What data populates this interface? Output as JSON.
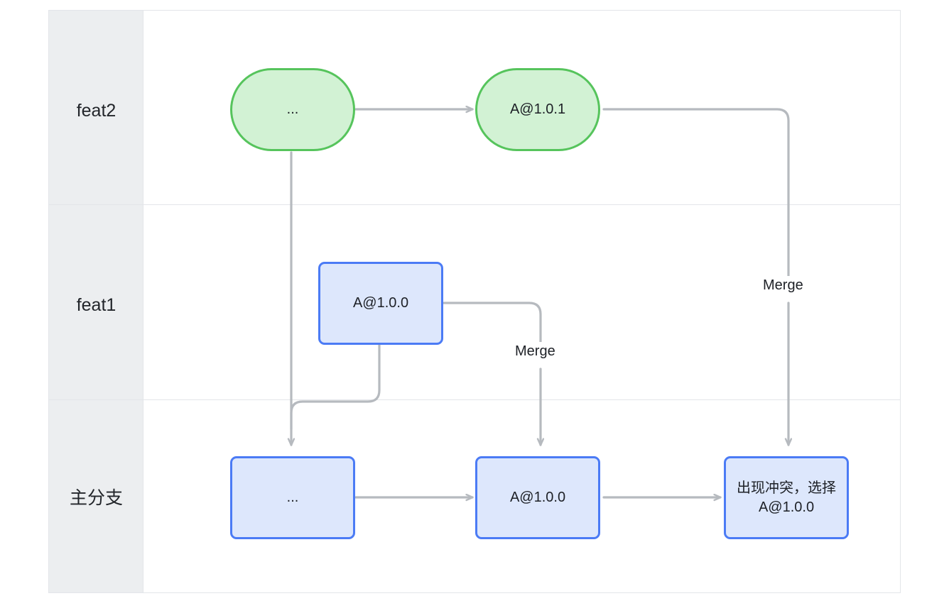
{
  "diagram": {
    "title": "git-branch-merge-flow",
    "type": "swimlane-flow",
    "colors": {
      "lane_bg": "#eceef0",
      "canvas_bg": "#ffffff",
      "grid_line": "#e3e5e9",
      "green_fill": "#d2f2d4",
      "green_stroke": "#56c45c",
      "blue_fill": "#dde7fc",
      "blue_stroke": "#4b7bf5",
      "edge_stroke": "#b6babf",
      "text": "#1d2026"
    },
    "lanes": [
      {
        "id": "feat2",
        "label": "feat2"
      },
      {
        "id": "feat1",
        "label": "feat1"
      },
      {
        "id": "main",
        "label": "主分支"
      }
    ],
    "nodes": [
      {
        "id": "feat2-dots",
        "lane": "feat2",
        "shape": "stadium",
        "color": "green",
        "text": "..."
      },
      {
        "id": "feat2-a101",
        "lane": "feat2",
        "shape": "stadium",
        "color": "green",
        "text": "A@1.0.1"
      },
      {
        "id": "feat1-a100",
        "lane": "feat1",
        "shape": "rect",
        "color": "blue",
        "text": "A@1.0.0"
      },
      {
        "id": "main-dots",
        "lane": "main",
        "shape": "rect",
        "color": "blue",
        "text": "..."
      },
      {
        "id": "main-a100",
        "lane": "main",
        "shape": "rect",
        "color": "blue",
        "text": "A@1.0.0"
      },
      {
        "id": "main-conflict",
        "lane": "main",
        "shape": "rect",
        "color": "blue",
        "text": "出现冲突，选择\nA@1.0.0"
      }
    ],
    "edge_labels": [
      {
        "id": "merge-feat1",
        "text": "Merge"
      },
      {
        "id": "merge-feat2",
        "text": "Merge"
      }
    ],
    "edges": [
      {
        "from": "feat2-dots",
        "to": "feat2-a101",
        "label": ""
      },
      {
        "from": "feat2-dots",
        "to": "main-dots",
        "label": ""
      },
      {
        "from": "feat1-a100",
        "to": "main-dots",
        "label": ""
      },
      {
        "from": "feat1-a100",
        "to": "main-a100",
        "label": "Merge"
      },
      {
        "from": "main-dots",
        "to": "main-a100",
        "label": ""
      },
      {
        "from": "main-a100",
        "to": "main-conflict",
        "label": ""
      },
      {
        "from": "feat2-a101",
        "to": "main-conflict",
        "label": "Merge"
      }
    ]
  }
}
